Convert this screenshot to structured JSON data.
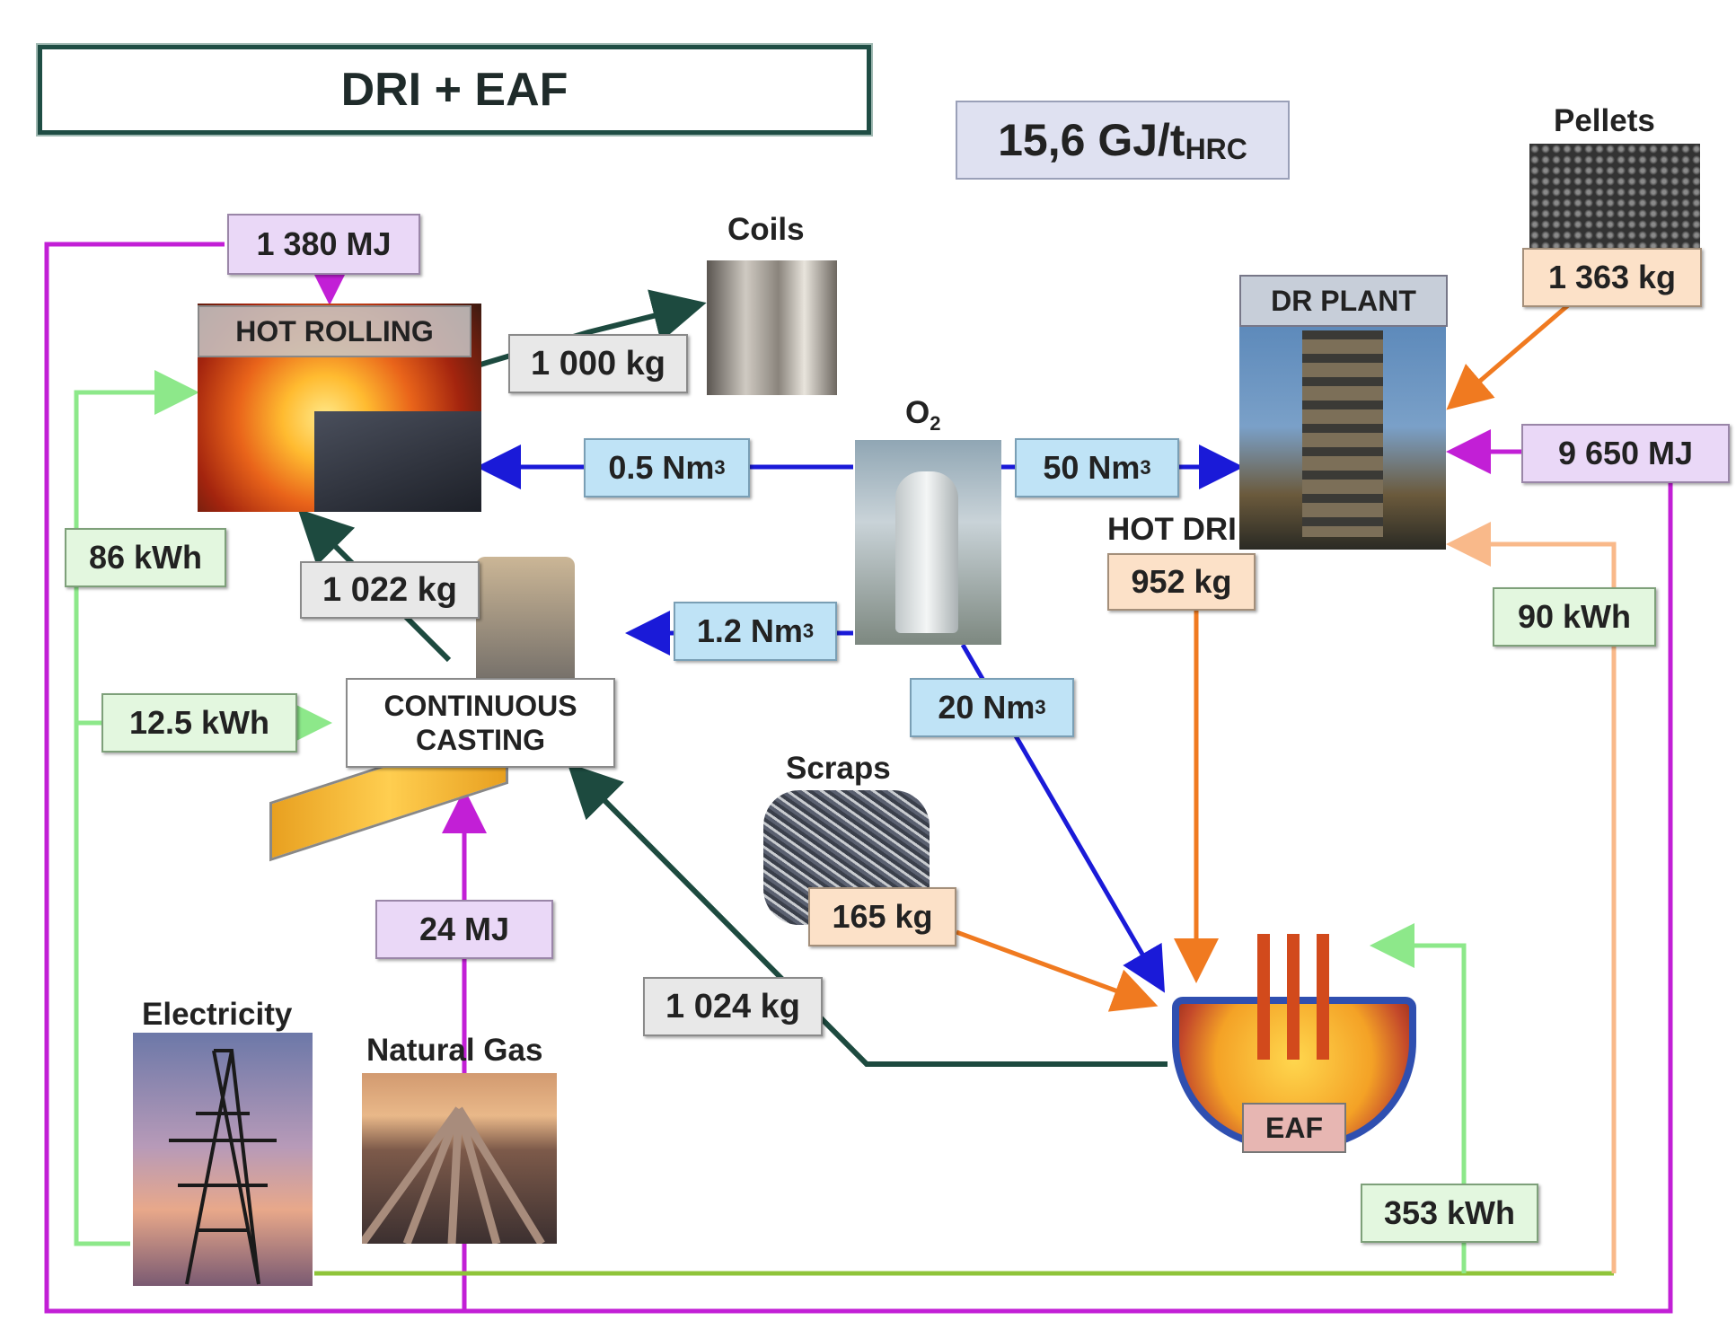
{
  "title": "DRI + EAF",
  "total": {
    "value": "15,6  GJ/t",
    "subscript": "HRC"
  },
  "nodes": {
    "coils": "Coils",
    "pellets": "Pellets",
    "hot_rolling": "HOT ROLLING",
    "dr_plant": "DR PLANT",
    "o2": "O",
    "o2_sub": "2",
    "hot_dri": "HOT DRI",
    "continuous_casting_line1": "CONTINUOUS",
    "continuous_casting_line2": "CASTING",
    "scraps": "Scraps",
    "eaf": "EAF",
    "electricity": "Electricity",
    "natural_gas": "Natural Gas"
  },
  "flows": {
    "hot_rolling_gas": "1 380 MJ",
    "coils_mass": "1 000 kg",
    "pellets_mass": "1 363 kg",
    "o2_to_hot_rolling": "0.5 Nm",
    "o2_to_dr_plant": "50 Nm",
    "dr_plant_gas": "9 650 MJ",
    "hot_rolling_elec": "86 kWh",
    "casting_to_rolling": "1 022 kg",
    "o2_to_casting": "1.2 Nm",
    "hot_dri_mass": "952 kg",
    "dr_plant_elec": "90 kWh",
    "casting_elec": "12.5 kWh",
    "o2_to_eaf": "20 Nm",
    "casting_gas": "24 MJ",
    "scraps_mass": "165 kg",
    "eaf_to_casting": "1 024 kg",
    "eaf_elec": "353 kWh",
    "volume_exponent": "3"
  },
  "colors": {
    "gas_line": "#c21fd6",
    "oxygen_line": "#1a1ad8",
    "electricity_line": "#8de88a",
    "electricity_bus": "#8fc43a",
    "material_line": "#1d4a3f",
    "dri_line": "#f07a20",
    "dr_elec_line": "#f9b98a"
  }
}
